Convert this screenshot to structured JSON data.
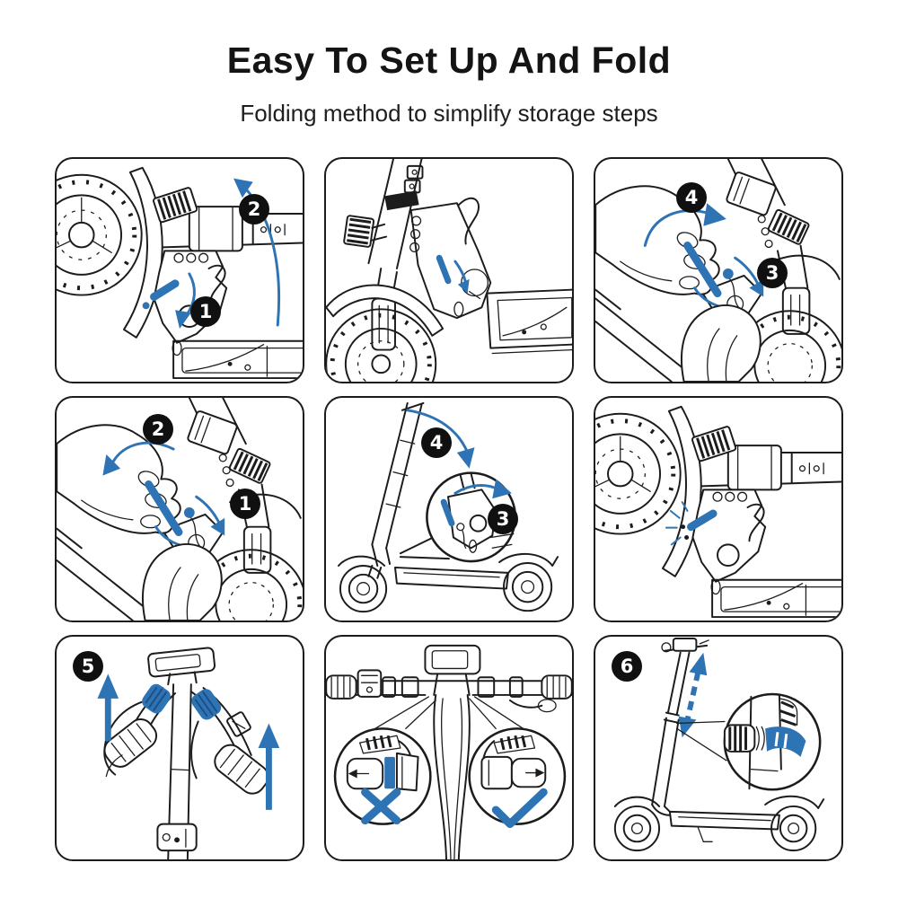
{
  "header": {
    "title": "Easy To Set Up And Fold",
    "subtitle": "Folding method to simplify storage steps"
  },
  "colors": {
    "page_bg": "#ffffff",
    "line_dark": "#1c1c1c",
    "accent_blue": "#2e74b5",
    "badge_bg": "#101010",
    "badge_text": "#ffffff"
  },
  "icons": {
    "check_icon": "✓",
    "cross_icon": "✕",
    "up_arrow_icon": "↑",
    "curved_arrow_icon": "↷"
  },
  "panels": [
    {
      "badges": [
        "2",
        "1"
      ]
    },
    {
      "badges": []
    },
    {
      "badges": [
        "4",
        "3"
      ]
    },
    {
      "badges": [
        "2",
        "1"
      ]
    },
    {
      "badges": [
        "4",
        "3"
      ]
    },
    {
      "badges": []
    },
    {
      "badges": [
        "5"
      ]
    },
    {
      "badges": []
    },
    {
      "badges": [
        "6"
      ]
    }
  ]
}
